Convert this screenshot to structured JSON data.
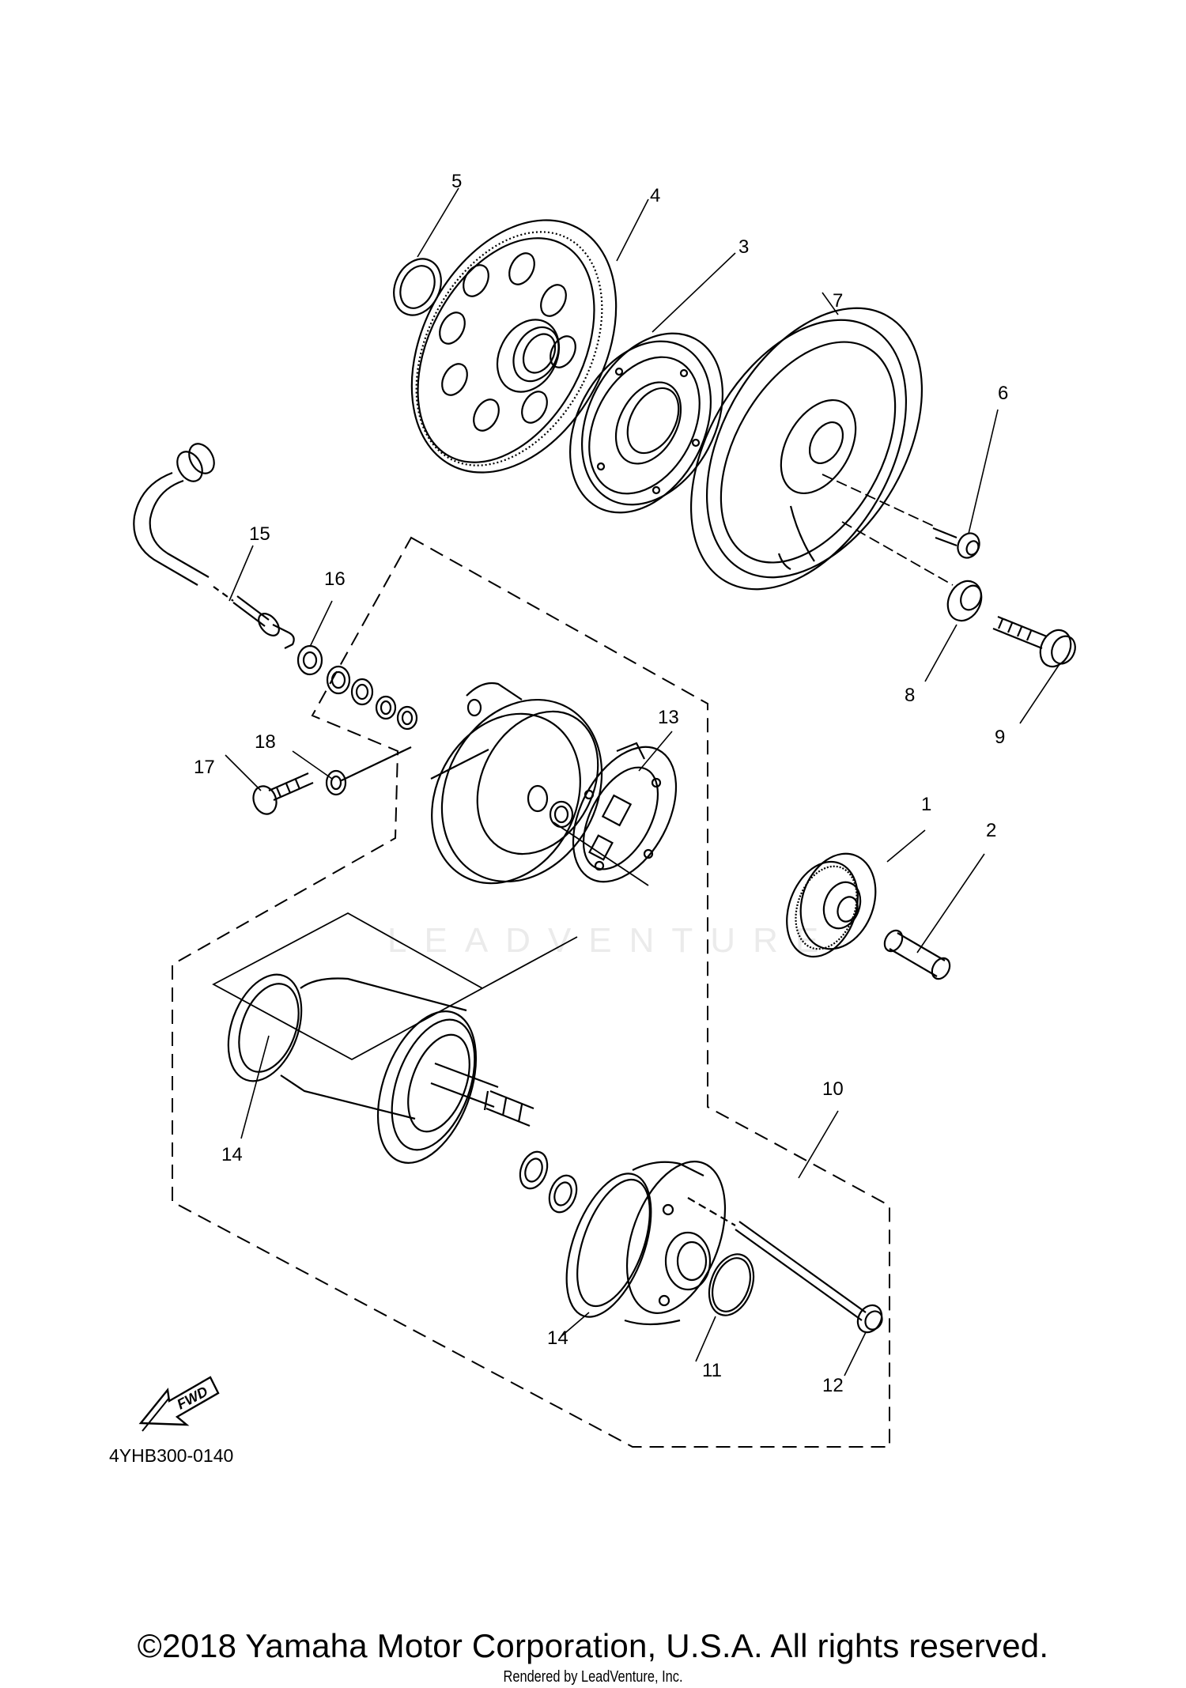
{
  "callouts": {
    "c1": "1",
    "c2": "2",
    "c3": "3",
    "c4": "4",
    "c5": "5",
    "c6": "6",
    "c7": "7",
    "c8": "8",
    "c9": "9",
    "c10": "10",
    "c11": "11",
    "c12": "12",
    "c13": "13",
    "c14a": "14",
    "c14b": "14",
    "c15": "15",
    "c16": "16",
    "c17": "17",
    "c18": "18"
  },
  "fwd_label": "FWD",
  "drawing_code": "4YHB300-0140",
  "watermark": "LEADVENTURE",
  "copyright": "©2018 Yamaha Motor Corporation, U.S.A. All rights reserved.",
  "rendered_by": "Rendered by LeadVenture, Inc."
}
